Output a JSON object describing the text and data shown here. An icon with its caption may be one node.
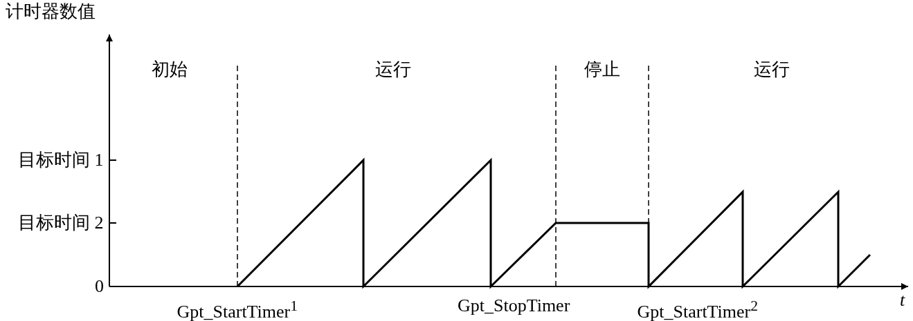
{
  "diagram": {
    "labels": [
      "计时器数值",
      "初始",
      "运行",
      "停止",
      "运行",
      "目标时间 1",
      "目标时间 2",
      "0",
      "Gpt_StartTimer$^{1}$",
      "Gpt_StopTimer",
      "Gpt_StartTimer$^{2}$",
      "t"
    ]
  }
}
